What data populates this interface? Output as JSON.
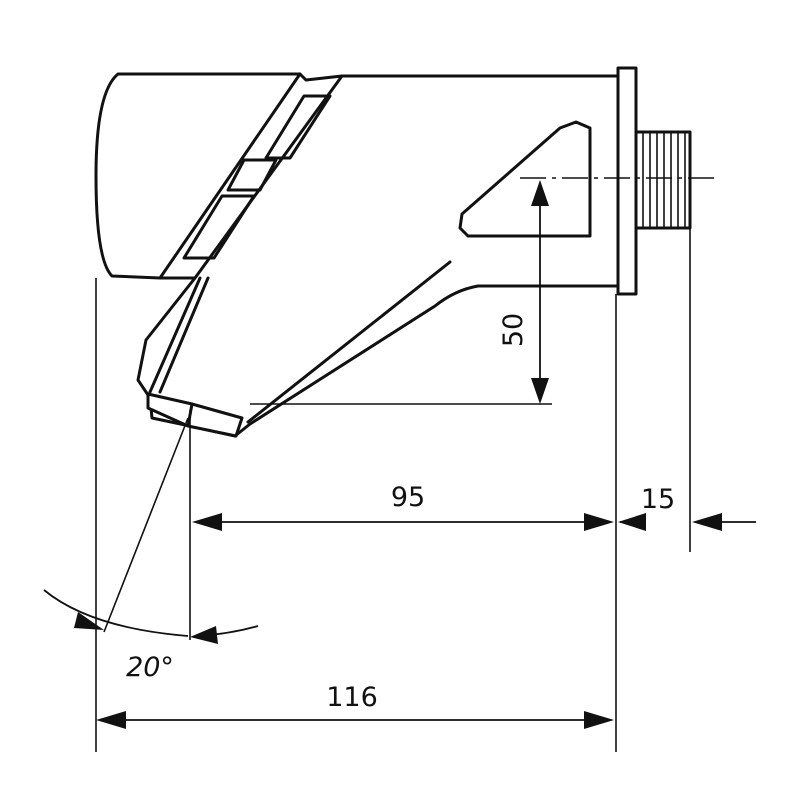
{
  "diagram": {
    "dimensions": {
      "height_label": "50",
      "spout_reach_label": "95",
      "thread_length_label": "15",
      "overall_length_label": "116",
      "spray_angle_label": "20°"
    }
  }
}
